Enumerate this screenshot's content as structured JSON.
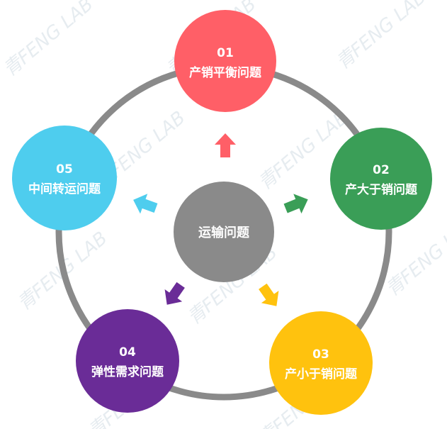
{
  "center": {
    "label": "运输问题",
    "color": "#8a8a8a"
  },
  "ring_color": "#8a8a8a",
  "nodes": [
    {
      "number": "01",
      "label": "产销平衡问题",
      "color": "#ff5f67"
    },
    {
      "number": "02",
      "label": "产大于销问题",
      "color": "#3a9e57"
    },
    {
      "number": "03",
      "label": "产小于销问题",
      "color": "#ffc20e"
    },
    {
      "number": "04",
      "label": "弹性需求问题",
      "color": "#6a2c97"
    },
    {
      "number": "05",
      "label": "中间转运问题",
      "color": "#4ecdee"
    }
  ],
  "watermark": {
    "text": "青FENG LAB"
  }
}
